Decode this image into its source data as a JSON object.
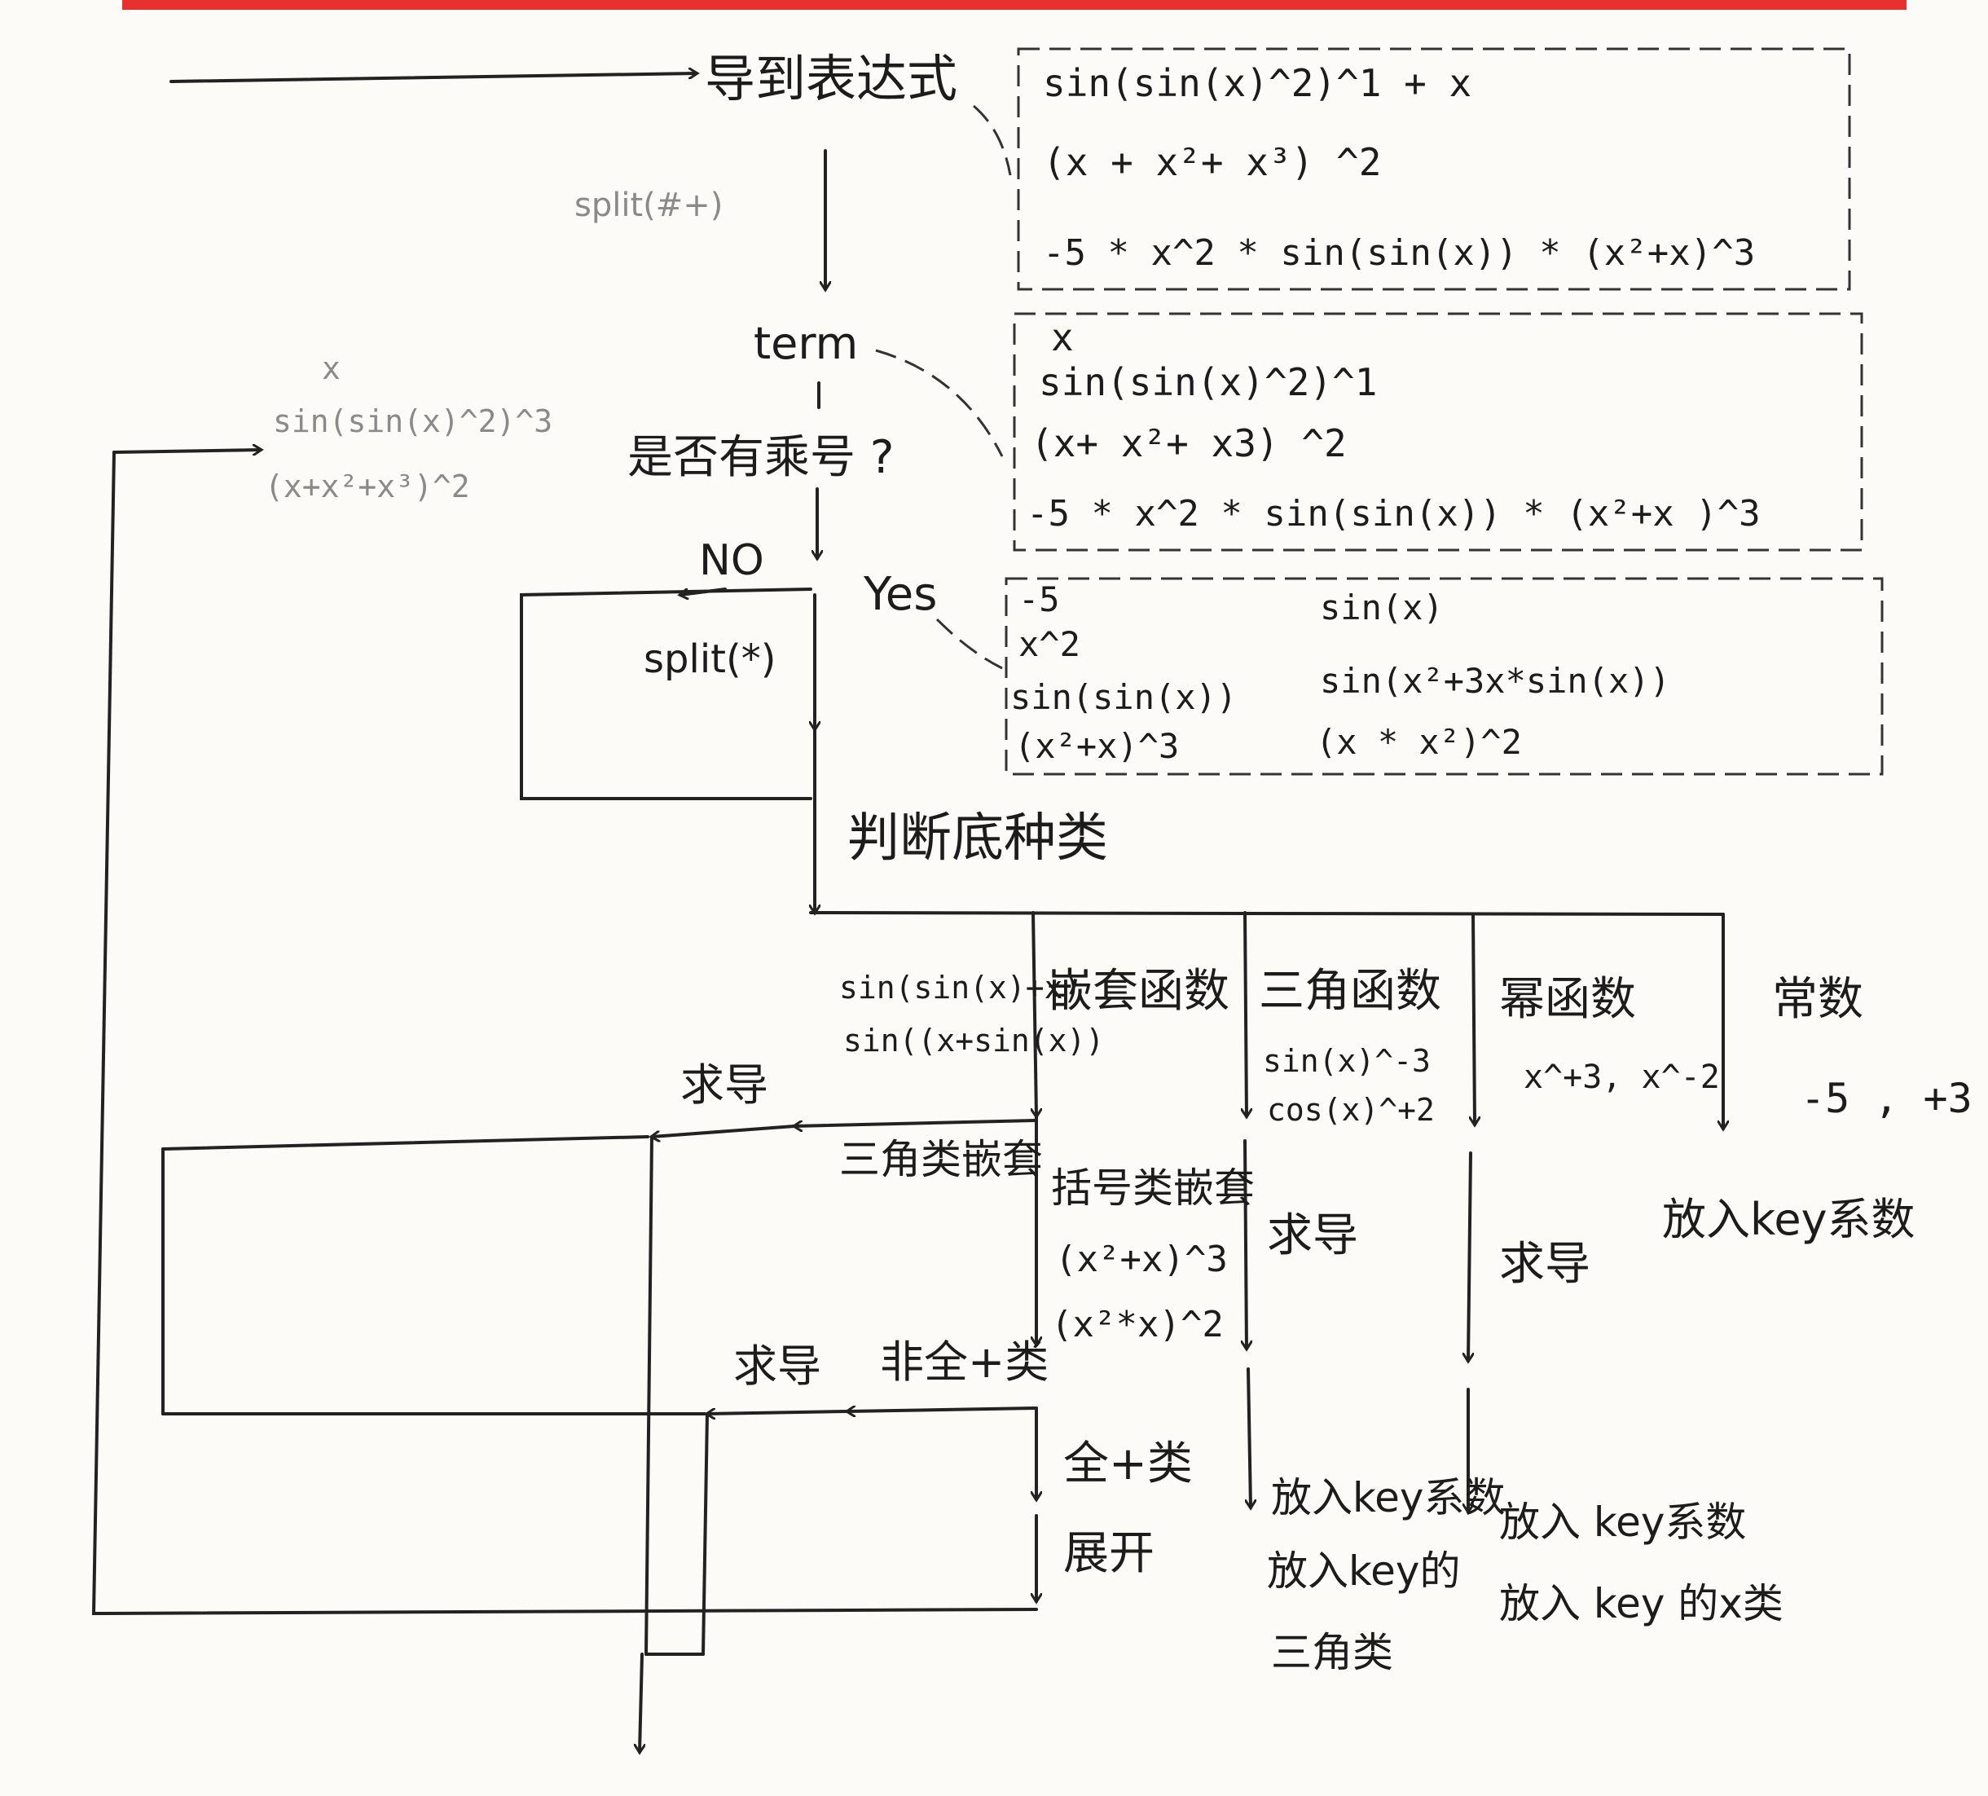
{
  "start_label": "导到表达式",
  "split_plus_label": "split(#+)",
  "term_label": "term",
  "expr_box": {
    "lines": [
      "sin(sin(x)^2)^1 + x",
      "(x + x²+ x³) ^2",
      "-5 * x^2 * sin(sin(x)) * (x²+x)^3"
    ]
  },
  "term_box": {
    "lines": [
      "x",
      "sin(sin(x)^2)^1",
      "(x+ x²+ x3) ^2",
      "-5 * x^2 * sin(sin(x)) * (x²+x )^3"
    ]
  },
  "factor_box": {
    "left": [
      "-5",
      "x^2",
      "sin(sin(x))",
      "(x²+x)^3"
    ],
    "right": [
      "sin(x)",
      "sin(x²+3x*sin(x))",
      "(x * x²)^2"
    ]
  },
  "gray_terms": [
    "x",
    "sin(sin(x)^2)^3",
    "(x+x²+x³)^2"
  ],
  "question_label": "是否有乘号 ?",
  "no_label": "NO",
  "yes_label": "Yes",
  "split_mul_label": "split(*)",
  "judge_label": "判断底种类",
  "categories": {
    "nested": {
      "title": "嵌套函数",
      "examples": [
        "sin(sin(x)+x)",
        "sin((x+sin(x))"
      ],
      "trig_nested": "三角类嵌套",
      "paren_nested": "括号类嵌套",
      "paren_examples": [
        "(x²+x)^3",
        "(x²*x)^2"
      ],
      "non_plus": "非全+类",
      "all_plus": "全+类",
      "expand": "展开",
      "derive1": "求导",
      "derive2": "求导"
    },
    "trig": {
      "title": "三角函数",
      "examples": [
        "sin(x)^-3",
        "cos(x)^+2"
      ],
      "derive": "求导",
      "put1": "放入key系数",
      "put2": "放入key的",
      "put3": "三角类"
    },
    "power": {
      "title": "幂函数",
      "examples": "x^+3, x^-2",
      "derive": "求导",
      "put1": "放入 key系数",
      "put2": "放入 key 的x类"
    },
    "const": {
      "title": "常数",
      "examples": "-5 , +3",
      "put": "放入key系数"
    }
  }
}
